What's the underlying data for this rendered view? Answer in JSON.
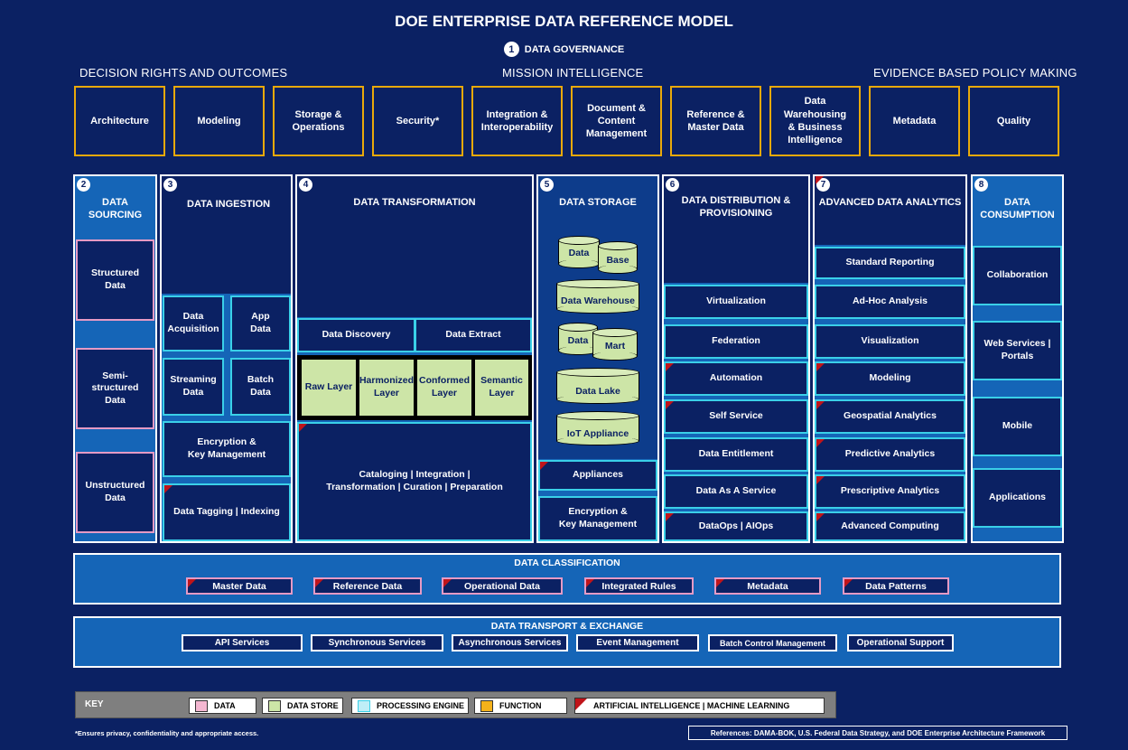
{
  "title": "DOE ENTERPRISE DATA REFERENCE MODEL",
  "governance": {
    "number": "1",
    "label": "DATA GOVERNANCE"
  },
  "themes": {
    "left": "DECISION RIGHTS AND OUTCOMES",
    "center": "MISSION INTELLIGENCE",
    "right": "EVIDENCE BASED POLICY MAKING"
  },
  "functions": [
    "Architecture",
    "Modeling",
    "Storage &\nOperations",
    "Security*",
    "Integration &\nInteroperability",
    "Document &\nContent\nManagement",
    "Reference &\nMaster Data",
    "Data\nWarehousing\n& Business\nIntelligence",
    "Metadata",
    "Quality"
  ],
  "sourcing": {
    "number": "2",
    "header": "DATA\nSOURCING",
    "items": [
      "Structured\nData",
      "Semi-\nstructured\nData",
      "Unstructured\nData"
    ]
  },
  "ingestion": {
    "number": "3",
    "header": "DATA INGESTION",
    "acquisition": "Data\nAcquisition",
    "app": "App\nData",
    "streaming": "Streaming\nData",
    "batch": "Batch\nData",
    "encryption": "Encryption &\nKey Management",
    "tagging": "Data Tagging | Indexing"
  },
  "transformation": {
    "number": "4",
    "header": "DATA TRANSFORMATION",
    "discovery": "Data Discovery",
    "extract": "Data Extract",
    "layers": [
      "Raw Layer",
      "Harmonized\nLayer",
      "Conformed\nLayer",
      "Semantic\nLayer"
    ],
    "cataloging": "Cataloging | Integration |\nTransformation | Curation | Preparation"
  },
  "storage": {
    "number": "5",
    "header": "DATA STORAGE",
    "stores": [
      "Data",
      "Base",
      "Data Warehouse",
      "Data",
      "Mart",
      "Data Lake",
      "IoT Appliance"
    ],
    "appliances": "Appliances",
    "encryption": "Encryption &\nKey Management"
  },
  "distribution": {
    "number": "6",
    "header": "DATA DISTRIBUTION &\nPROVISIONING",
    "items": [
      "Virtualization",
      "Federation",
      "Automation",
      "Self Service",
      "Data Entitlement",
      "Data As A Service",
      "DataOps | AIOps"
    ]
  },
  "analytics": {
    "number": "7",
    "header": "ADVANCED DATA ANALYTICS",
    "items": [
      "Standard Reporting",
      "Ad-Hoc Analysis",
      "Visualization",
      "Modeling",
      "Geospatial Analytics",
      "Predictive Analytics",
      "Prescriptive Analytics",
      "Advanced Computing"
    ]
  },
  "consumption": {
    "number": "8",
    "header": "DATA\nCONSUMPTION",
    "items": [
      "Collaboration",
      "Web Services |\nPortals",
      "Mobile",
      "Applications"
    ]
  },
  "classification": {
    "header": "DATA CLASSIFICATION",
    "items": [
      "Master Data",
      "Reference Data",
      "Operational Data",
      "Integrated Rules",
      "Metadata",
      "Data Patterns"
    ]
  },
  "transport": {
    "header": "DATA TRANSPORT & EXCHANGE",
    "items": [
      "API Services",
      "Synchronous Services",
      "Asynchronous Services",
      "Event Management",
      "Batch Control Management",
      "Operational Support"
    ]
  },
  "key": {
    "label": "KEY",
    "data": "DATA",
    "data_store": "DATA STORE",
    "processing": "PROCESSING ENGINE",
    "function": "FUNCTION",
    "ai": "ARTIFICIAL INTELLIGENCE | MACHINE LEARNING"
  },
  "footnote": "*Ensures privacy, confidentiality and appropriate access.",
  "references": "References: DAMA-BOK, U.S. Federal Data Strategy, and DOE Enterprise Architecture Framework",
  "colors": {
    "background": "#0b2163",
    "function_border": "#e9a90b",
    "processing_border": "#3ad0e8",
    "data_border": "#e59ac4",
    "data_store_fill": "#cde5a7",
    "ai_marker": "#c0141a",
    "band_fill": "#1565b7"
  }
}
